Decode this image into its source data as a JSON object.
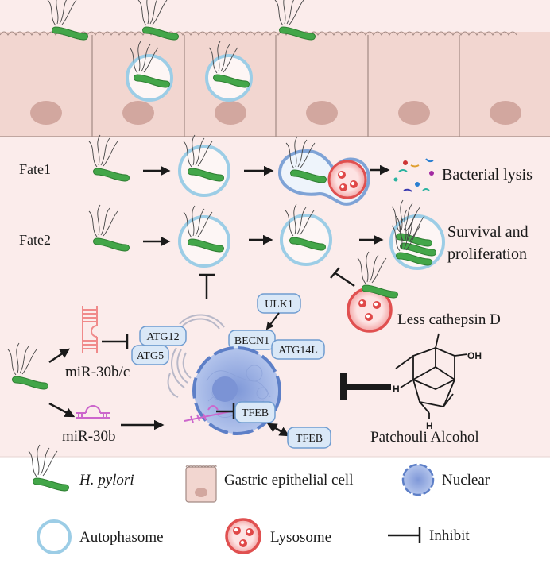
{
  "fate1": {
    "label": "Fate1",
    "outcome": "Bacterial lysis"
  },
  "fate2": {
    "label": "Fate2",
    "outcome_line1": "Survival and",
    "outcome_line2": "proliferation",
    "lysosome_note": "Less cathepsin D"
  },
  "mirna": {
    "mir30bc": "miR-30b/c",
    "mir30b": "miR-30b"
  },
  "proteins": {
    "atg12": "ATG12",
    "atg5": "ATG5",
    "ulk1": "ULK1",
    "becn1": "BECN1",
    "atg14l": "ATG14L",
    "tfeb_nuclear": "TFEB",
    "tfeb_cytoplasm": "TFEB"
  },
  "compound": {
    "name": "Patchouli Alcohol",
    "oh": "OH",
    "h1": "H",
    "h2": "H"
  },
  "legend": {
    "hpylori": "H. pylori",
    "gastric_cell": "Gastric epithelial cell",
    "nuclear": "Nuclear",
    "autophagosome": "Autophasome",
    "lysosome": "Lysosome",
    "inhibit": "Inhibit"
  },
  "colors": {
    "background_upper": "#fbeceb",
    "legend_band": "#ffffff",
    "cell_fill": "#f2d6d0",
    "cell_border": "#a38a84",
    "cell_nucleus": "#d2a79f",
    "bacterium": "#3fa046",
    "autophagosome": "#9ccde6",
    "lysosome": "#e05050",
    "protein_box_fill": "#dae8f7",
    "protein_box_border": "#6f9cd0",
    "nucleus_fill": "#9ab3e4",
    "mirna_30bc": "#f08a8a",
    "mirna_30b": "#cc66cc"
  }
}
